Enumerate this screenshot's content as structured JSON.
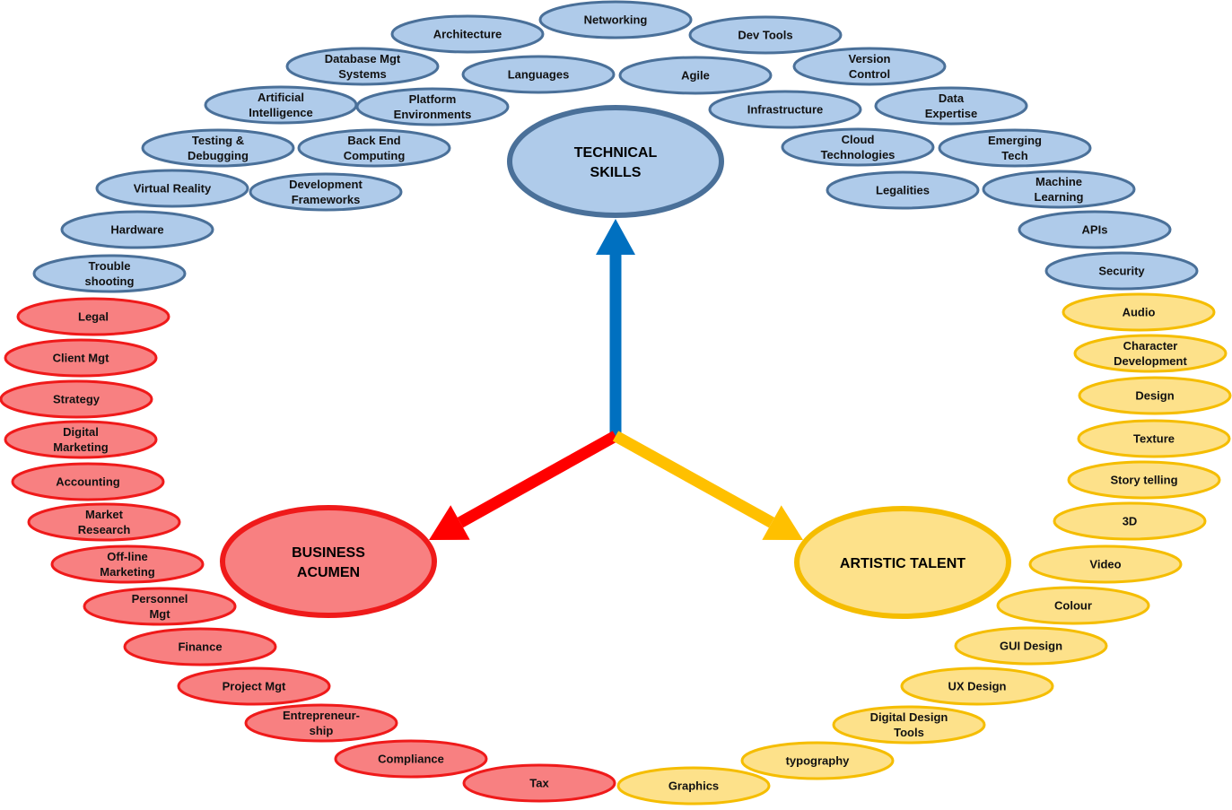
{
  "colors": {
    "technical_fill": "#afcbea",
    "technical_stroke": "#4a7099",
    "business_fill": "#f88081",
    "business_stroke": "#ef1a1a",
    "artistic_fill": "#fde18a",
    "artistic_stroke": "#f5bd00",
    "arrow_blue": "#0070c0",
    "arrow_red": "#ff0000",
    "arrow_yellow": "#ffc000"
  },
  "hubs": {
    "technical": [
      "TECHNICAL",
      "SKILLS"
    ],
    "business": [
      "BUSINESS",
      "ACUMEN"
    ],
    "artistic": [
      "ARTISTIC TALENT"
    ]
  },
  "technical_nodes": [
    [
      "Networking"
    ],
    [
      "Architecture"
    ],
    [
      "Dev Tools"
    ],
    [
      "Database Mgt",
      "Systems"
    ],
    [
      "Languages"
    ],
    [
      "Agile"
    ],
    [
      "Version",
      "Control"
    ],
    [
      "Artificial",
      "Intelligence"
    ],
    [
      "Platform",
      "Environments"
    ],
    [
      "Infrastructure"
    ],
    [
      "Data",
      "Expertise"
    ],
    [
      "Testing &",
      "Debugging"
    ],
    [
      "Back End",
      "Computing"
    ],
    [
      "Cloud",
      "Technologies"
    ],
    [
      "Emerging",
      "Tech"
    ],
    [
      "Virtual Reality"
    ],
    [
      "Development",
      "Frameworks"
    ],
    [
      "Legalities"
    ],
    [
      "Machine",
      "Learning"
    ],
    [
      "Hardware"
    ],
    [
      "APIs"
    ],
    [
      "Trouble",
      "shooting"
    ],
    [
      "Security"
    ]
  ],
  "business_nodes": [
    [
      "Legal"
    ],
    [
      "Client Mgt"
    ],
    [
      "Strategy"
    ],
    [
      "Digital",
      "Marketing"
    ],
    [
      "Accounting"
    ],
    [
      "Market",
      "Research"
    ],
    [
      "Off-line",
      "Marketing"
    ],
    [
      "Personnel",
      "Mgt"
    ],
    [
      "Finance"
    ],
    [
      "Project Mgt"
    ],
    [
      "Entrepreneur-",
      "ship"
    ],
    [
      "Compliance"
    ],
    [
      "Tax"
    ]
  ],
  "artistic_nodes": [
    [
      "Audio"
    ],
    [
      "Character",
      "Development"
    ],
    [
      "Design"
    ],
    [
      "Texture"
    ],
    [
      "Story telling"
    ],
    [
      "3D"
    ],
    [
      "Video"
    ],
    [
      "Colour"
    ],
    [
      "GUI Design"
    ],
    [
      "UX Design"
    ],
    [
      "Digital Design",
      "Tools"
    ],
    [
      "typography"
    ],
    [
      "Graphics"
    ]
  ]
}
